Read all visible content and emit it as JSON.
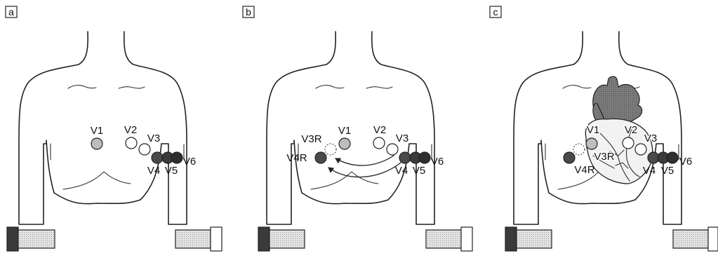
{
  "colors": {
    "outline": "#222222",
    "electrode_light": "#bdbdbd",
    "electrode_white": "#ffffff",
    "electrode_dark": "#4a4a4a",
    "electrode_darker": "#2e2e2e",
    "heart": "#8a8a8a",
    "cuff": "#cfcfcf",
    "cuff_dark_clip": "#3a3a3a"
  },
  "panels": [
    {
      "tag": "a",
      "labels": {
        "V1": "V1",
        "V2": "V2",
        "V3": "V3",
        "V4": "V4",
        "V5": "V5",
        "V6": "V6"
      },
      "show_heart": false,
      "show_right": false,
      "show_arrows": false
    },
    {
      "tag": "b",
      "labels": {
        "V1": "V1",
        "V2": "V2",
        "V3": "V3",
        "V4": "V4",
        "V5": "V5",
        "V6": "V6",
        "V3R": "V3R",
        "V4R": "V4R"
      },
      "show_heart": false,
      "show_right": true,
      "show_arrows": true
    },
    {
      "tag": "c",
      "labels": {
        "V1": "V1",
        "V2": "V2",
        "V3": "V3",
        "V4": "V4",
        "V5": "V5",
        "V6": "V6",
        "V3R": "V3R",
        "V4R": "V4R"
      },
      "show_heart": true,
      "show_right": true,
      "show_arrows": false
    }
  ]
}
